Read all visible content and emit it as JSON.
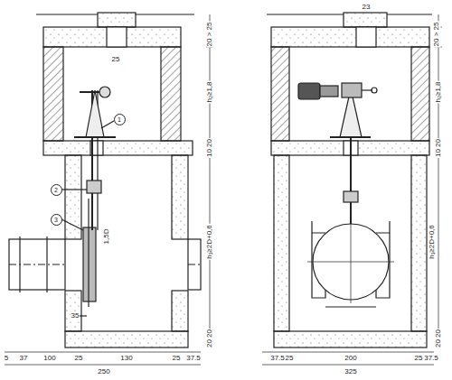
{
  "diagram": {
    "labels": [
      "20 > 25",
      "h₂≥1,8",
      "10 20",
      "h₁≥2D+0,6",
      "20 20",
      "20 > 25",
      "h₂≥1,8",
      "10 20",
      "h₁≥2D+0,6",
      "20 20",
      "5",
      "37",
      "100",
      "25",
      "130",
      "25",
      "37.5",
      "250",
      "37.5",
      "25",
      "200",
      "25",
      "37.5",
      "325",
      "1",
      "2",
      "3",
      "25",
      "1,5D",
      "35",
      "23"
    ]
  }
}
